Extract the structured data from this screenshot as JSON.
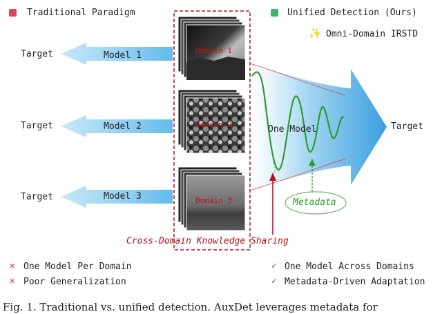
{
  "legend": {
    "traditional_label": "Traditional Paradigm",
    "traditional_color": "#d6456b",
    "unified_label": "Unified Detection (Ours)",
    "unified_color": "#3fb56a",
    "omni_label": "Omni-Domain IRSTD",
    "omni_icon": "sparkle-icon"
  },
  "left": {
    "rows": [
      {
        "target": "Target",
        "model": "Model 1",
        "domain": "Domain 1"
      },
      {
        "target": "Target",
        "model": "Model 2",
        "domain": "Domain 2"
      },
      {
        "target": "Target",
        "model": "Model 3",
        "domain": "Domain 3"
      }
    ],
    "knowledge_sharing": "Cross-Domain Knowledge Sharing"
  },
  "right": {
    "model_label": "One Model",
    "target": "Target",
    "metadata": "Metadata"
  },
  "cons": [
    {
      "icon": "cross-icon",
      "text": "One Model Per Domain"
    },
    {
      "icon": "cross-icon",
      "text": "Poor Generalization"
    }
  ],
  "pros": [
    {
      "icon": "check-icon",
      "text": "One Model Across Domains"
    },
    {
      "icon": "check-icon",
      "text": "Metadata-Driven Adaptation"
    }
  ],
  "caption": "Fig. 1.   Traditional vs. unified detection. AuxDet leverages metadata for",
  "colors": {
    "arrow_blue": "#5bb8ea",
    "dashed_red": "#b0141c",
    "wave_green": "#2e9a2c",
    "cross_red": "#d12a2a",
    "check_green": "#2f8f2f"
  }
}
